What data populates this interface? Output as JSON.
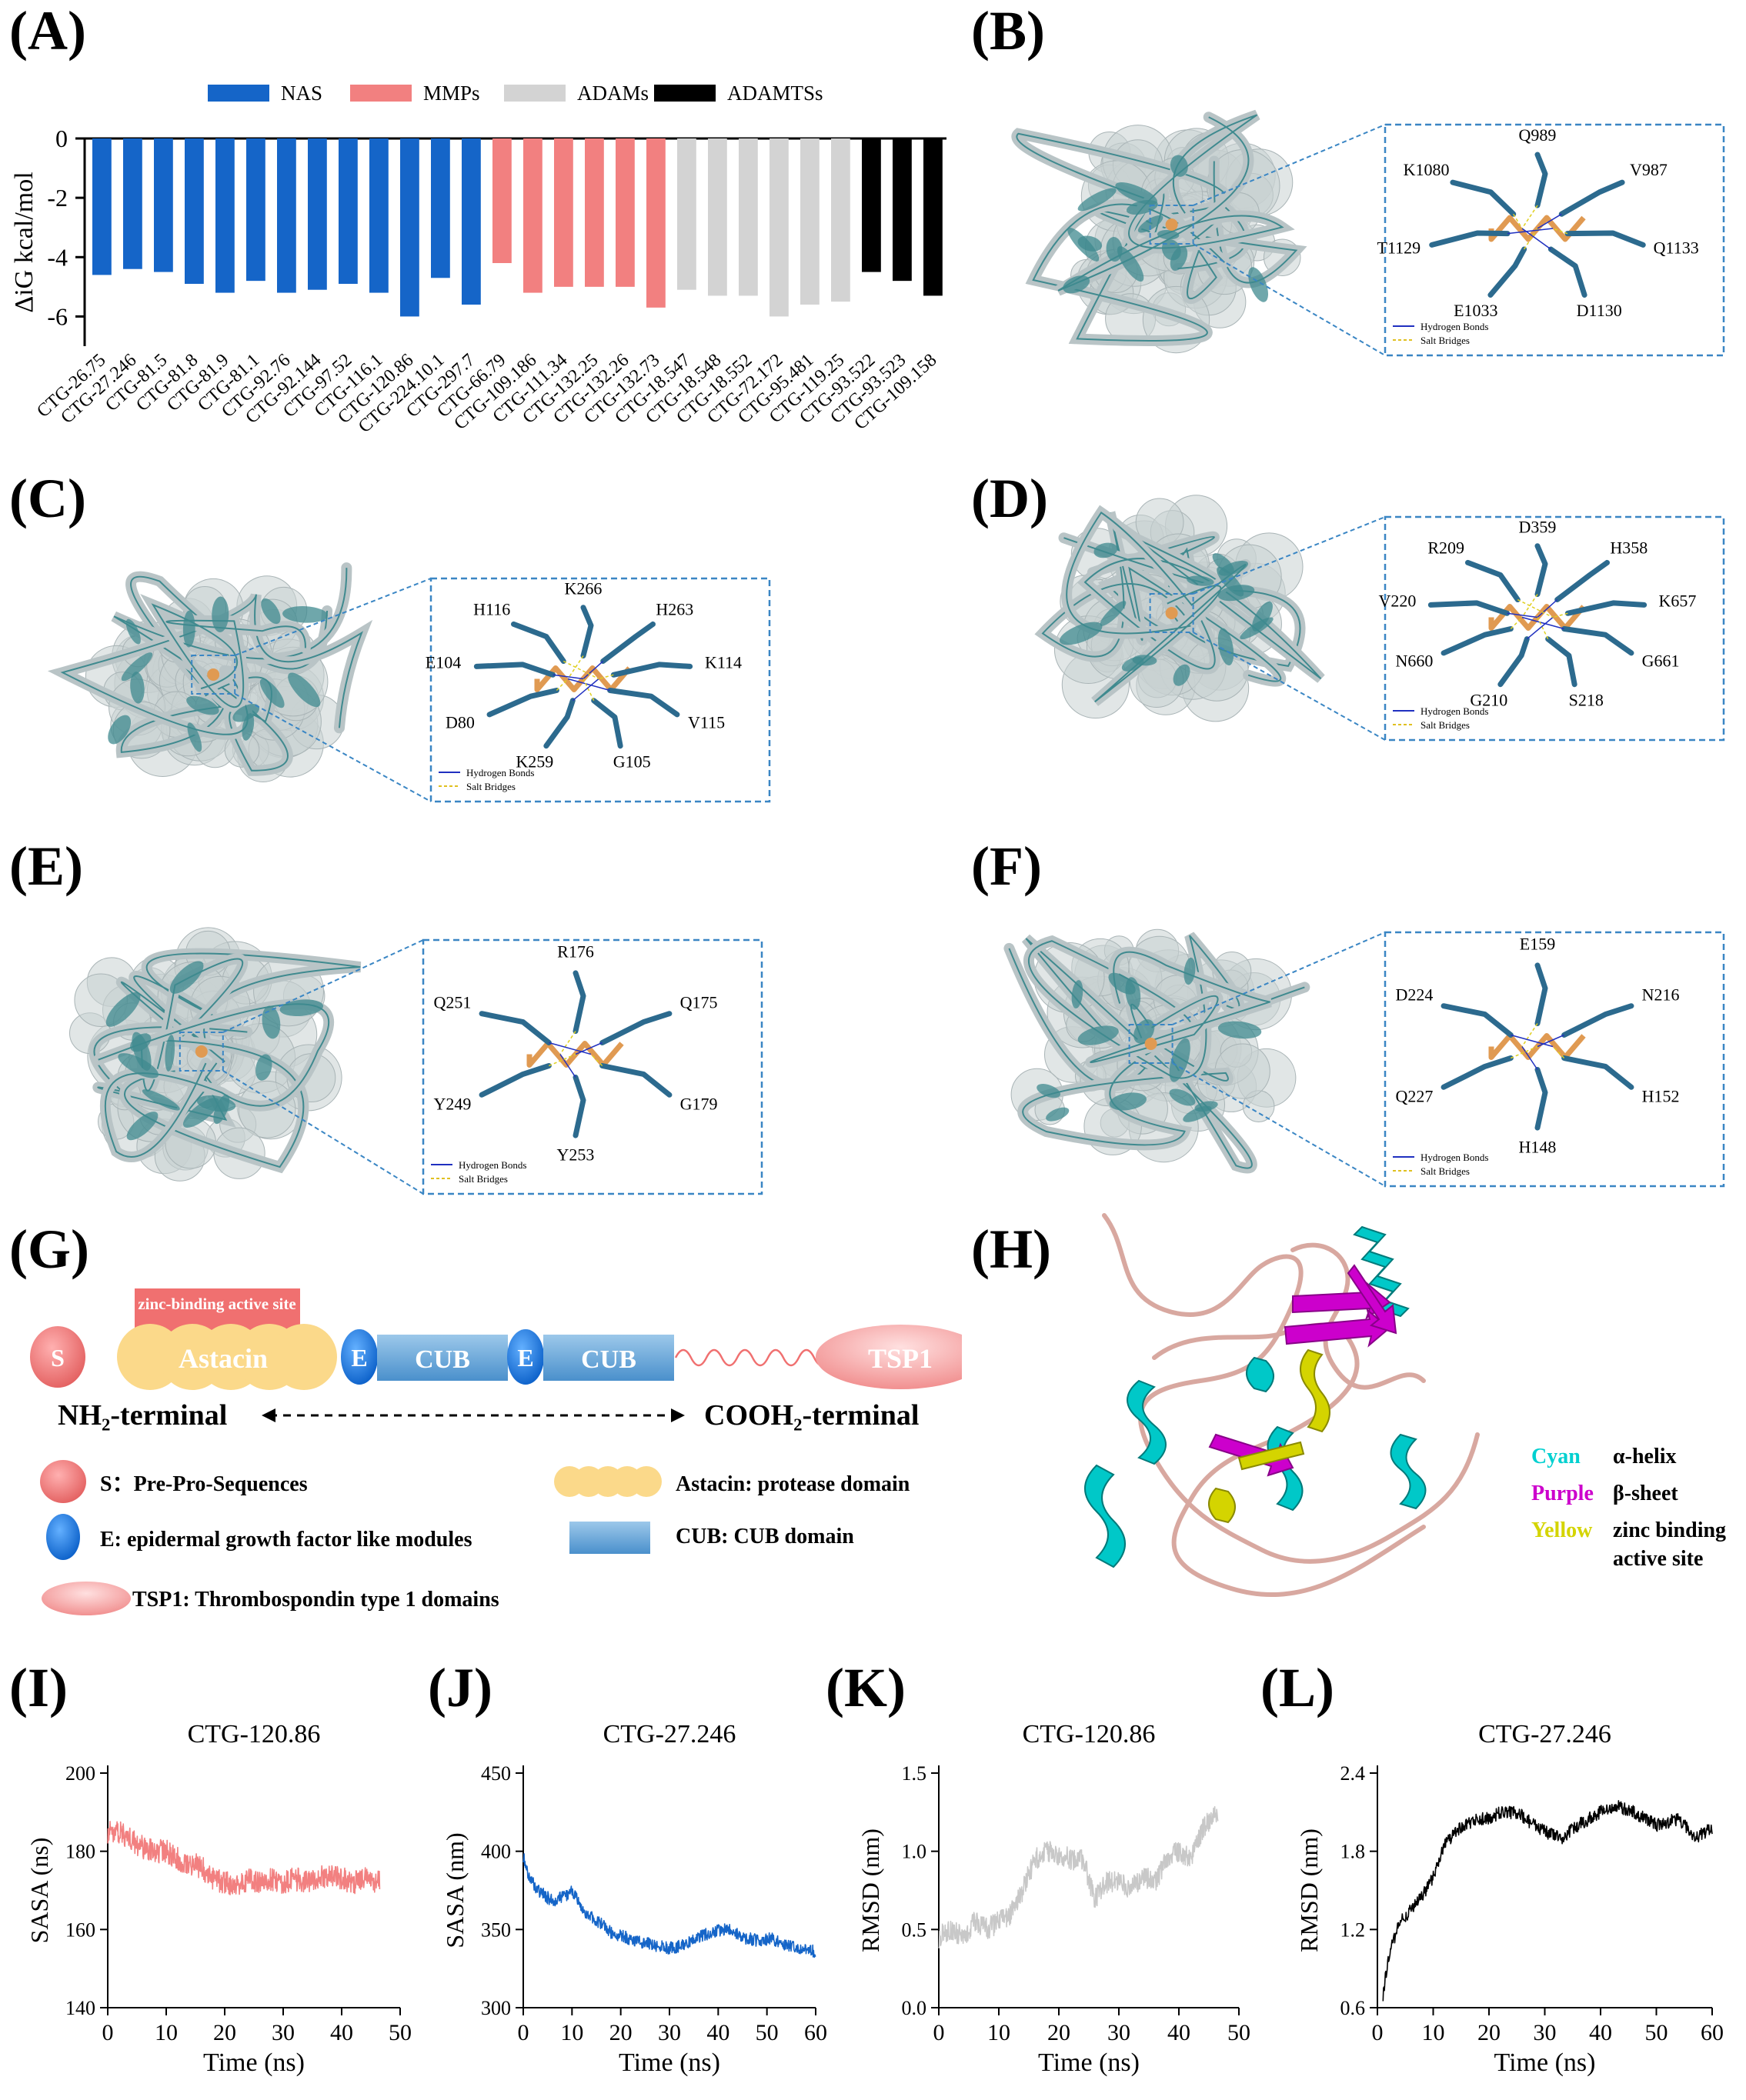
{
  "panel_labels": {
    "A": "(A)",
    "B": "(B)",
    "C": "(C)",
    "D": "(D)",
    "E": "(E)",
    "F": "(F)",
    "G": "(G)",
    "H": "(H)",
    "I": "(I)",
    "J": "(J)",
    "K": "(K)",
    "L": "(L)"
  },
  "colors": {
    "NAS": "#1565c8",
    "MMPs": "#f28080",
    "ADAMs": "#d3d3d3",
    "ADAMTSs": "#000000",
    "protein_surface": "#c8d1d2",
    "ribbon": "#3f8a8f",
    "residue": "#2c6a8e",
    "ligand": "#e09a52",
    "helix": "#00c8c8",
    "sheet": "#cc00cc",
    "zinc": "#d4d400",
    "coil": "#d8a8a0",
    "callout_border": "#3a86c4"
  },
  "chart_data": [
    {
      "type": "bar",
      "panel": "A",
      "ylabel": "ΔiG kcal/mol",
      "ylim": [
        -7,
        0
      ],
      "yticks": [
        0,
        -2,
        -4,
        -6
      ],
      "legend": {
        "placement": "top",
        "entries": [
          "NAS",
          "MMPs",
          "ADAMs",
          "ADAMTSs"
        ]
      },
      "categories": [
        "CTG-26.75",
        "CTG-27.246",
        "CTG-81.5",
        "CTG-81.8",
        "CTG-81.9",
        "CTG-81.1",
        "CTG-92.76",
        "CTG-92.144",
        "CTG-97.52",
        "CTG-116.1",
        "CTG-120.86",
        "CTG-224.10.1",
        "CTG-297.7",
        "CTG-66.79",
        "CTG-109.186",
        "CTG-111.34",
        "CTG-132.25",
        "CTG-132.26",
        "CTG-132.73",
        "CTG-18.547",
        "CTG-18.548",
        "CTG-18.552",
        "CTG-72.172",
        "CTG-95.481",
        "CTG-119.25",
        "CTG-93.522",
        "CTG-93.523",
        "CTG-109.158"
      ],
      "values": [
        -4.6,
        -4.4,
        -4.5,
        -4.9,
        -5.2,
        -4.8,
        -5.2,
        -5.1,
        -4.9,
        -5.2,
        -6.0,
        -4.7,
        -5.6,
        -4.2,
        -5.2,
        -5.0,
        -5.0,
        -5.0,
        -5.7,
        -5.1,
        -5.3,
        -5.3,
        -6.0,
        -5.6,
        -5.5,
        -4.5,
        -4.8,
        -5.3
      ],
      "groups": [
        "NAS",
        "NAS",
        "NAS",
        "NAS",
        "NAS",
        "NAS",
        "NAS",
        "NAS",
        "NAS",
        "NAS",
        "NAS",
        "NAS",
        "NAS",
        "MMPs",
        "MMPs",
        "MMPs",
        "MMPs",
        "MMPs",
        "MMPs",
        "ADAMs",
        "ADAMs",
        "ADAMs",
        "ADAMs",
        "ADAMs",
        "ADAMs",
        "ADAMTSs",
        "ADAMTSs",
        "ADAMTSs"
      ]
    },
    {
      "type": "line",
      "panel": "I",
      "title": "CTG-120.86",
      "xlabel": "Time (ns)",
      "ylabel": "SASA (ns)",
      "xlim": [
        0,
        50
      ],
      "ylim": [
        140,
        200
      ],
      "xticks": [
        0,
        10,
        20,
        30,
        40,
        50
      ],
      "yticks": [
        140,
        160,
        180,
        200
      ],
      "color": "#f28080",
      "x": [
        0,
        2,
        4,
        6,
        8,
        10,
        12,
        14,
        16,
        18,
        20,
        22,
        24,
        26,
        28,
        30,
        32,
        34,
        36,
        38,
        40,
        42,
        44,
        46.5
      ],
      "y": [
        185,
        185,
        183,
        181,
        180,
        180,
        178,
        177,
        176,
        173,
        172,
        171,
        173,
        172,
        173,
        172,
        173,
        172,
        173,
        174,
        173,
        172,
        173,
        172
      ],
      "noise": 3
    },
    {
      "type": "line",
      "panel": "J",
      "title": "CTG-27.246",
      "xlabel": "Time (ns)",
      "ylabel": "SASA (nm)",
      "xlim": [
        0,
        60
      ],
      "ylim": [
        300,
        450
      ],
      "xticks": [
        0,
        10,
        20,
        30,
        40,
        50,
        60
      ],
      "yticks": [
        300,
        350,
        400,
        450
      ],
      "color": "#1565c8",
      "x": [
        0,
        1,
        3,
        6,
        9,
        10,
        12,
        15,
        18,
        21,
        24,
        27,
        30,
        33,
        36,
        39,
        42,
        45,
        48,
        51,
        54,
        57,
        60
      ],
      "y": [
        397,
        385,
        375,
        368,
        372,
        376,
        362,
        356,
        348,
        345,
        342,
        340,
        338,
        340,
        345,
        349,
        350,
        345,
        343,
        344,
        340,
        338,
        336
      ],
      "noise": 4
    },
    {
      "type": "line",
      "panel": "K",
      "title": "CTG-120.86",
      "xlabel": "Time (ns)",
      "ylabel": "RMSD (nm)",
      "xlim": [
        0,
        50
      ],
      "ylim": [
        0,
        1.5
      ],
      "xticks": [
        0,
        10,
        20,
        30,
        40,
        50
      ],
      "yticks": [
        0,
        0.5,
        1.0,
        1.5
      ],
      "color": "#c8c8c8",
      "x": [
        0,
        2,
        4,
        6,
        8,
        10,
        12,
        14,
        16,
        18,
        20,
        22,
        24,
        26,
        28,
        30,
        32,
        34,
        36,
        38,
        40,
        42,
        44,
        46.5
      ],
      "y": [
        0.45,
        0.5,
        0.45,
        0.55,
        0.5,
        0.55,
        0.6,
        0.75,
        0.95,
        1.0,
        0.98,
        0.95,
        0.95,
        0.7,
        0.8,
        0.8,
        0.75,
        0.85,
        0.8,
        0.95,
        1.0,
        0.95,
        1.15,
        1.25
      ],
      "noise": 0.07
    },
    {
      "type": "line",
      "panel": "L",
      "title": "CTG-27.246",
      "xlabel": "Time (ns)",
      "ylabel": "RMSD (nm)",
      "xlim": [
        0,
        60
      ],
      "ylim": [
        0.6,
        2.4
      ],
      "xticks": [
        0,
        10,
        20,
        30,
        40,
        50,
        60
      ],
      "yticks": [
        0.6,
        1.2,
        1.8,
        2.4
      ],
      "color": "#000000",
      "x": [
        1,
        2,
        4,
        6,
        8,
        10,
        12,
        14,
        16,
        18,
        20,
        22,
        25,
        28,
        30,
        33,
        36,
        40,
        43,
        46,
        50,
        54,
        57,
        60
      ],
      "y": [
        0.7,
        1.0,
        1.25,
        1.35,
        1.45,
        1.6,
        1.85,
        1.95,
        2.0,
        2.05,
        2.05,
        2.1,
        2.1,
        2.0,
        1.95,
        1.9,
        2.0,
        2.1,
        2.15,
        2.1,
        2.0,
        2.05,
        1.9,
        1.98
      ],
      "noise": 0.05
    }
  ],
  "structure_panels": {
    "B": {
      "residues": [
        "Q989",
        "V987",
        "Q1133",
        "D1130",
        "E1033",
        "T1129",
        "K1080"
      ],
      "legend": [
        "Hydrogen Bonds",
        "Salt Bridges"
      ]
    },
    "C": {
      "residues": [
        "K266",
        "H263",
        "K114",
        "V115",
        "G105",
        "K259",
        "D80",
        "E104",
        "H116"
      ],
      "legend": [
        "Hydrogen Bonds",
        "Salt Bridges"
      ]
    },
    "D": {
      "residues": [
        "D359",
        "H358",
        "K657",
        "G661",
        "S218",
        "G210",
        "N660",
        "V220",
        "R209"
      ],
      "legend": [
        "Hydrogen Bonds",
        "Salt Bridges"
      ]
    },
    "E": {
      "residues": [
        "R176",
        "Q175",
        "G179",
        "Y253",
        "Y249",
        "Q251"
      ],
      "legend": [
        "Hydrogen Bonds",
        "Salt Bridges"
      ]
    },
    "F": {
      "residues": [
        "E159",
        "N216",
        "H152",
        "H148",
        "Q227",
        "D224"
      ],
      "legend": [
        "Hydrogen Bonds",
        "Salt Bridges"
      ]
    }
  },
  "domain_diagram": {
    "zinc_label": "zinc-binding active site",
    "s": "S",
    "astacin": "Astacin",
    "e": "E",
    "cub": "CUB",
    "tsp1": "TSP1",
    "nh2": "NH₂-terminal",
    "cooh": "COOH₂-terminal",
    "legend": [
      {
        "key": "S",
        "text": "S：Pre-Pro-Sequences"
      },
      {
        "key": "Astacin",
        "text": "Astacin: protease domain"
      },
      {
        "key": "E",
        "text": "E: epidermal growth factor like modules"
      },
      {
        "key": "CUB",
        "text": "CUB: CUB domain"
      },
      {
        "key": "TSP1",
        "text": "TSP1: Thrombospondin type 1 domains"
      }
    ]
  },
  "structure_legend_H": [
    {
      "color_word": "Cyan",
      "desc": "α-helix"
    },
    {
      "color_word": "Purple",
      "desc": "β-sheet"
    },
    {
      "color_word": "Yellow",
      "desc": "zinc binding active site"
    }
  ]
}
